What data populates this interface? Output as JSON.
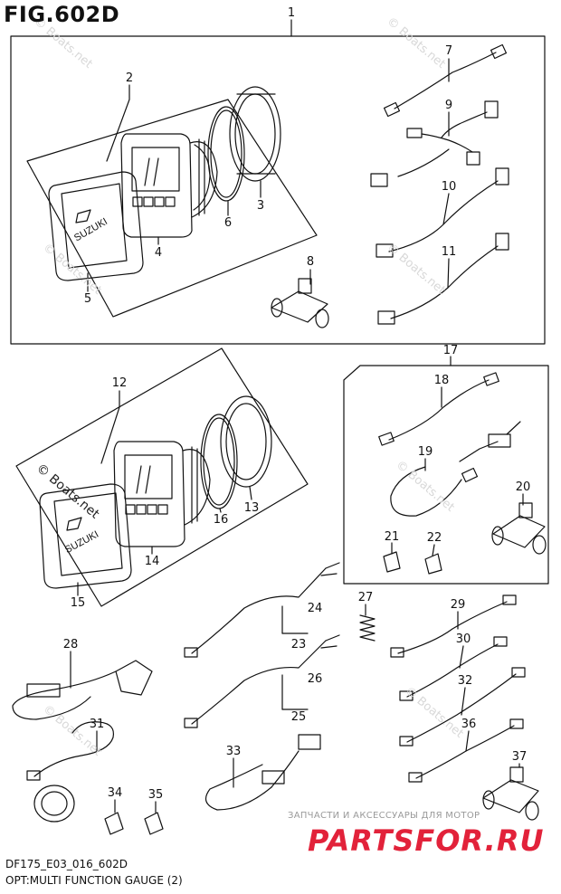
{
  "figure_title": "FIG.602D",
  "figure_code": "DF175_E03_016_602D",
  "caption": "OPT:MULTI FUNCTION GAUGE (2)",
  "watermark_text": "ЗАПЧАСТИ И АКСЕССУАРЫ ДЛЯ МОТОР",
  "watermark_logo": "PARTSFOR.RU",
  "copyright_marks": [
    "© Boats.net",
    "© Boats.net",
    "© Boats.net",
    "© Boats.net",
    "© Boats.net",
    "© Boats.net",
    "© Boats.net",
    "© Boats.net"
  ],
  "gauge_brand": "SUZUKI",
  "colors": {
    "line": "#111111",
    "watermark_red": "#e2223a",
    "watermark_grey": "#9a9a9a"
  },
  "part_numbers": [
    "1",
    "2",
    "3",
    "4",
    "5",
    "6",
    "7",
    "8",
    "9",
    "10",
    "11",
    "12",
    "13",
    "14",
    "15",
    "16",
    "17",
    "18",
    "19",
    "20",
    "21",
    "22",
    "23",
    "24",
    "25",
    "26",
    "27",
    "28",
    "29",
    "30",
    "31",
    "32",
    "33",
    "34",
    "35",
    "36",
    "37"
  ]
}
